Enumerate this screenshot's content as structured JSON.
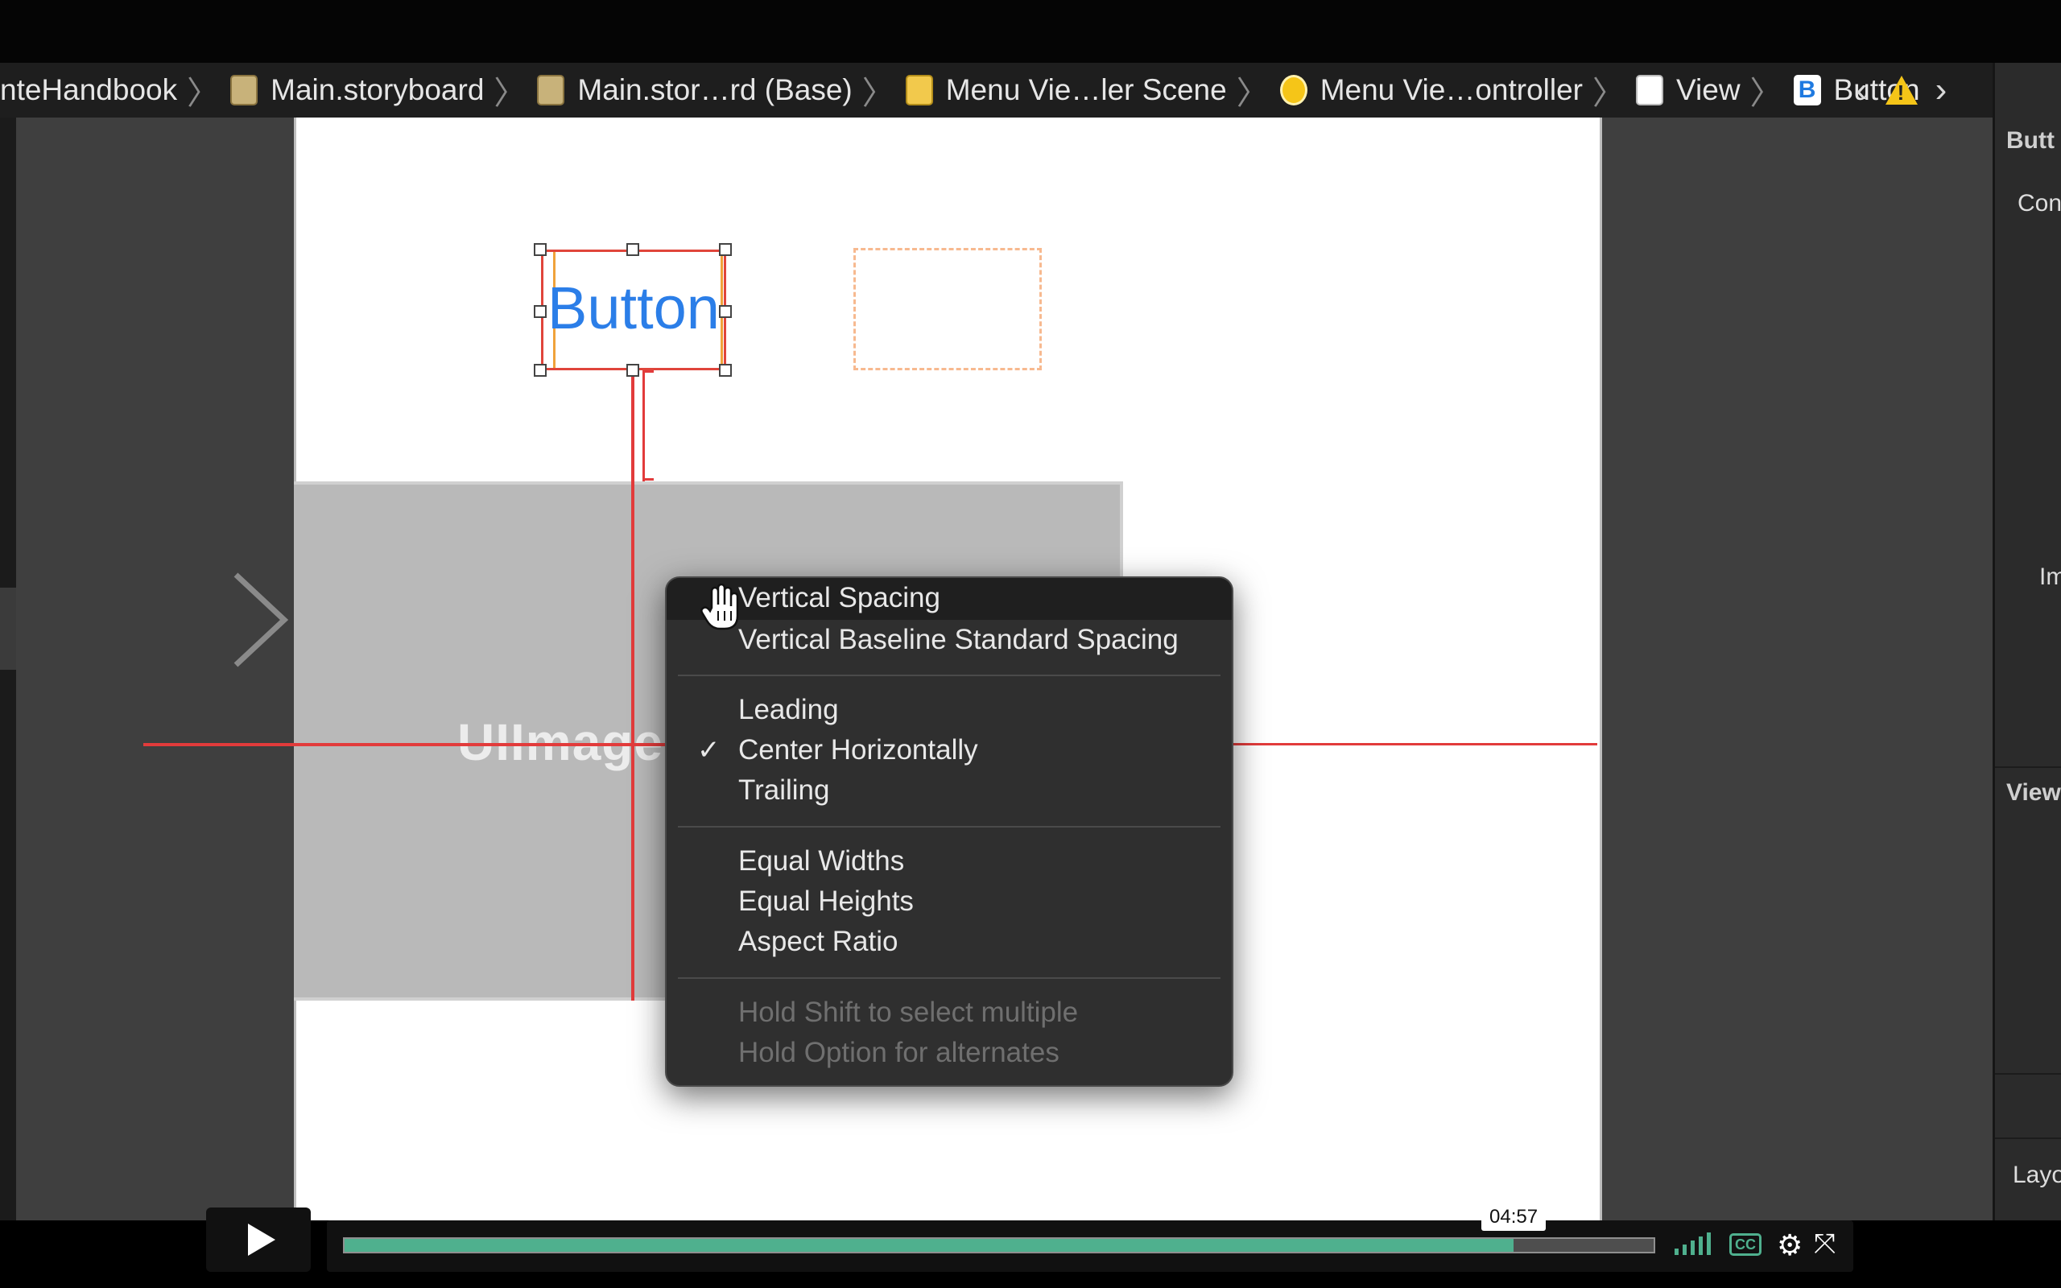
{
  "breadcrumb": {
    "items": [
      {
        "label": "nteHandbook",
        "icon": "none"
      },
      {
        "label": "Main.storyboard",
        "icon": "storyboard-file-icon"
      },
      {
        "label": "Main.stor…rd (Base)",
        "icon": "storyboard-file-icon"
      },
      {
        "label": "Menu Vie…ler Scene",
        "icon": "scene-icon"
      },
      {
        "label": "Menu Vie…ontroller",
        "icon": "view-controller-icon"
      },
      {
        "label": "View",
        "icon": "view-icon"
      },
      {
        "label": "Button",
        "icon": "button-icon"
      }
    ],
    "button_icon_letter": "B"
  },
  "nav": {
    "back": "‹",
    "forward": "›",
    "warning": "!"
  },
  "inspector": {
    "section1": "Butt",
    "item_con": "Con",
    "item_im": "Im",
    "section2": "View",
    "section3": "Layo"
  },
  "canvas": {
    "button_title": "Button",
    "imageview_label": "UIImage"
  },
  "context_menu": {
    "items": [
      {
        "label": "Vertical Spacing",
        "checked": false,
        "highlighted": true,
        "disabled": false
      },
      {
        "label": "Vertical Baseline Standard Spacing",
        "checked": false,
        "highlighted": false,
        "disabled": false
      },
      {
        "label": "Leading",
        "checked": false,
        "highlighted": false,
        "disabled": false
      },
      {
        "label": "Center Horizontally",
        "checked": true,
        "highlighted": false,
        "disabled": false
      },
      {
        "label": "Trailing",
        "checked": false,
        "highlighted": false,
        "disabled": false
      },
      {
        "label": "Equal Widths",
        "checked": false,
        "highlighted": false,
        "disabled": false
      },
      {
        "label": "Equal Heights",
        "checked": false,
        "highlighted": false,
        "disabled": false
      },
      {
        "label": "Aspect Ratio",
        "checked": false,
        "highlighted": false,
        "disabled": false
      },
      {
        "label": "Hold Shift to select multiple",
        "checked": false,
        "highlighted": false,
        "disabled": true
      },
      {
        "label": "Hold Option for alternates",
        "checked": false,
        "highlighted": false,
        "disabled": true
      }
    ],
    "checkmark": "✓"
  },
  "video_player": {
    "time": "04:57",
    "progress_fraction": 0.893,
    "cc_label": "CC",
    "accent": "#4fb08e"
  },
  "colors": {
    "constraint": "#e23b3b",
    "button_tint": "#2b7ee8",
    "warning": "#f5c518"
  }
}
